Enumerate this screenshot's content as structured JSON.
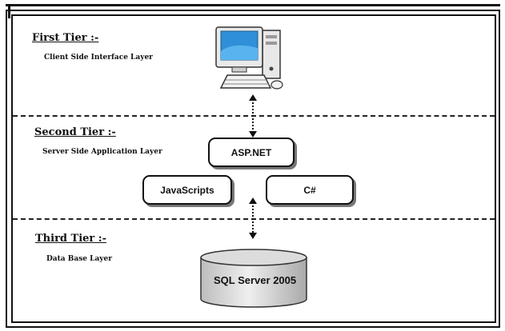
{
  "tiers": [
    {
      "title": "First Tier :-",
      "subtitle": "Client Side Interface Layer"
    },
    {
      "title": "Second Tier :-",
      "subtitle": "Server Side Application Layer"
    },
    {
      "title": "Third Tier :-",
      "subtitle": "Data Base Layer"
    }
  ],
  "nodes": {
    "aspnet": "ASP.NET",
    "javascripts": "JavaScripts",
    "csharp": "C#",
    "database": "SQL Server 2005"
  },
  "icons": {
    "client": "desktop-computer-icon",
    "database": "database-cylinder-icon"
  },
  "colors": {
    "line": "#111111",
    "screen": "#2f8fd8",
    "db_fill": "#cfcfcf"
  }
}
